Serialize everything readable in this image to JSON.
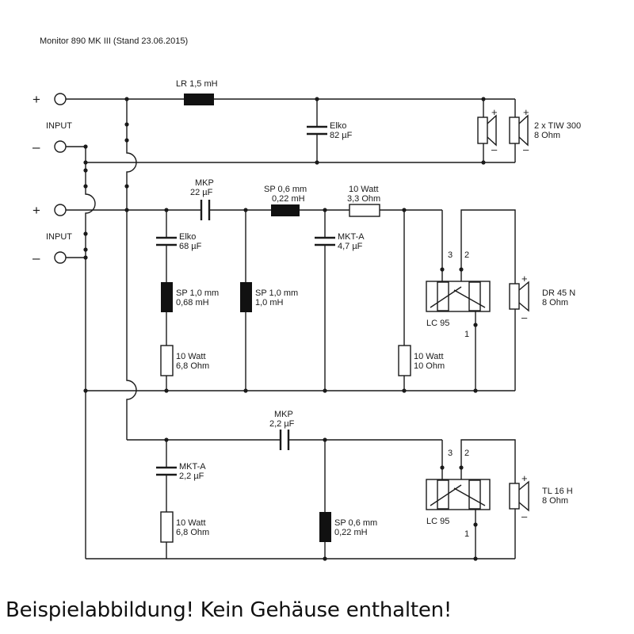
{
  "title": "Monitor 890 MK III (Stand 23.06.2015)",
  "input_label": "INPUT",
  "plus": "+",
  "minus": "–",
  "bass": {
    "lr_label": "LR 1,5 mH",
    "elko_name": "Elko",
    "elko_value": "82 µF",
    "speaker_name": "2 x TIW 300",
    "speaker_imp": "8 Ohm"
  },
  "mid": {
    "mkp_name": "MKP",
    "mkp_value": "22 µF",
    "sp1_name": "SP 0,6 mm",
    "sp1_value": "0,22 mH",
    "r_series_name": "10 Watt",
    "r_series_value": "3,3 Ohm",
    "elko_name": "Elko",
    "elko_value": "68 µF",
    "sp2_name": "SP 1,0 mm",
    "sp2_value": "0,68 mH",
    "sp3_name": "SP 1,0 mm",
    "sp3_value": "1,0 mH",
    "mkt_name": "MKT-A",
    "mkt_value": "4,7 µF",
    "r_shunt1_name": "10 Watt",
    "r_shunt1_value": "6,8 Ohm",
    "r_shunt2_name": "10 Watt",
    "r_shunt2_value": "10 Ohm",
    "lc_name": "LC 95",
    "pin3": "3",
    "pin2": "2",
    "pin1": "1",
    "speaker_name": "DR 45 N",
    "speaker_imp": "8 Ohm"
  },
  "tweeter": {
    "mkp_name": "MKP",
    "mkp_value": "2,2 µF",
    "mkt_name": "MKT-A",
    "mkt_value": "2,2 µF",
    "r_name": "10 Watt",
    "r_value": "6,8 Ohm",
    "sp_name": "SP 0,6 mm",
    "sp_value": "0,22 mH",
    "lc_name": "LC 95",
    "pin3": "3",
    "pin2": "2",
    "pin1": "1",
    "speaker_name": "TL 16 H",
    "speaker_imp": "8 Ohm"
  },
  "disclaimer": "Beispielabbildung! Kein Gehäuse enthalten!"
}
